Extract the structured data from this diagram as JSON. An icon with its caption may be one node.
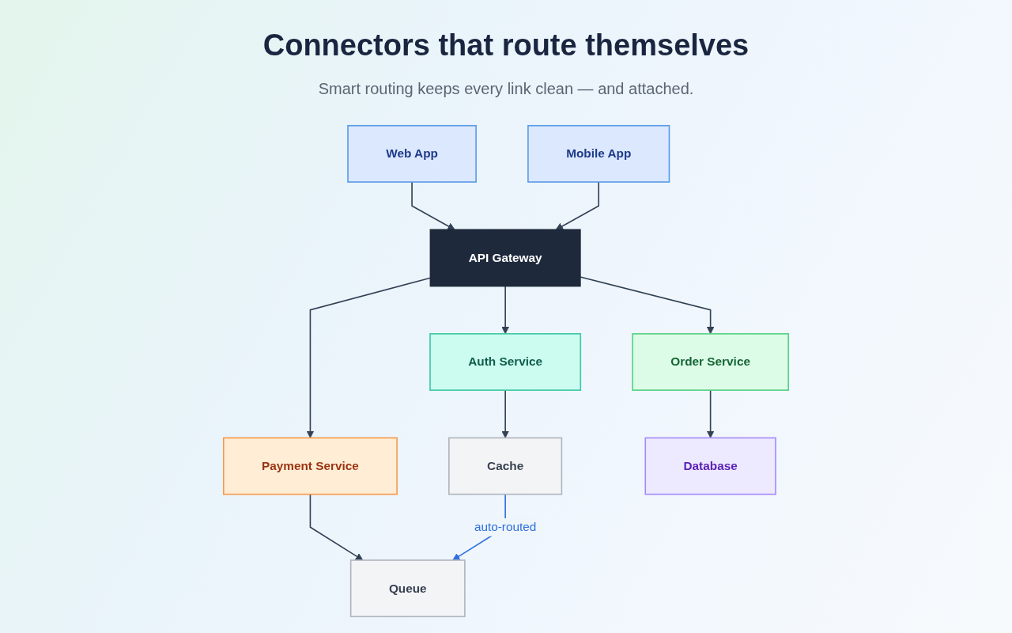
{
  "diagram": {
    "title": "Connectors that route themselves",
    "nodes": [
      {
        "text": [
          "Web App"
        ]
      },
      {
        "text": [
          "Mobile App"
        ]
      },
      {
        "text": [
          "API Gateway"
        ]
      },
      {
        "text": [
          "Auth Service"
        ]
      },
      {
        "text": [
          "Order Service"
        ]
      },
      {
        "text": [
          "Payment Service"
        ]
      },
      {
        "text": [
          "Cache"
        ]
      },
      {
        "text": [
          "Database"
        ]
      },
      {
        "text": [
          "Queue"
        ]
      }
    ],
    "edges": [
      {
        "from": 0,
        "to": 2,
        "arrow": "to"
      },
      {
        "from": 1,
        "to": 2,
        "arrow": "to"
      },
      {
        "from": 2,
        "to": 3,
        "arrow": "to"
      },
      {
        "from": 2,
        "to": 4,
        "arrow": "to"
      },
      {
        "from": 2,
        "to": 5,
        "arrow": "to"
      },
      {
        "from": 3,
        "to": 6,
        "arrow": "to"
      },
      {
        "from": 4,
        "to": 7,
        "arrow": "to"
      },
      {
        "from": 5,
        "to": 8,
        "arrow": "to"
      },
      {
        "from": 6,
        "to": 8,
        "arrow": "to",
        "label": "auto-routed",
        "color": "#2f6fdc"
      }
    ],
    "labels": [
      "Smart routing keeps every link clean — and attached."
    ]
  }
}
